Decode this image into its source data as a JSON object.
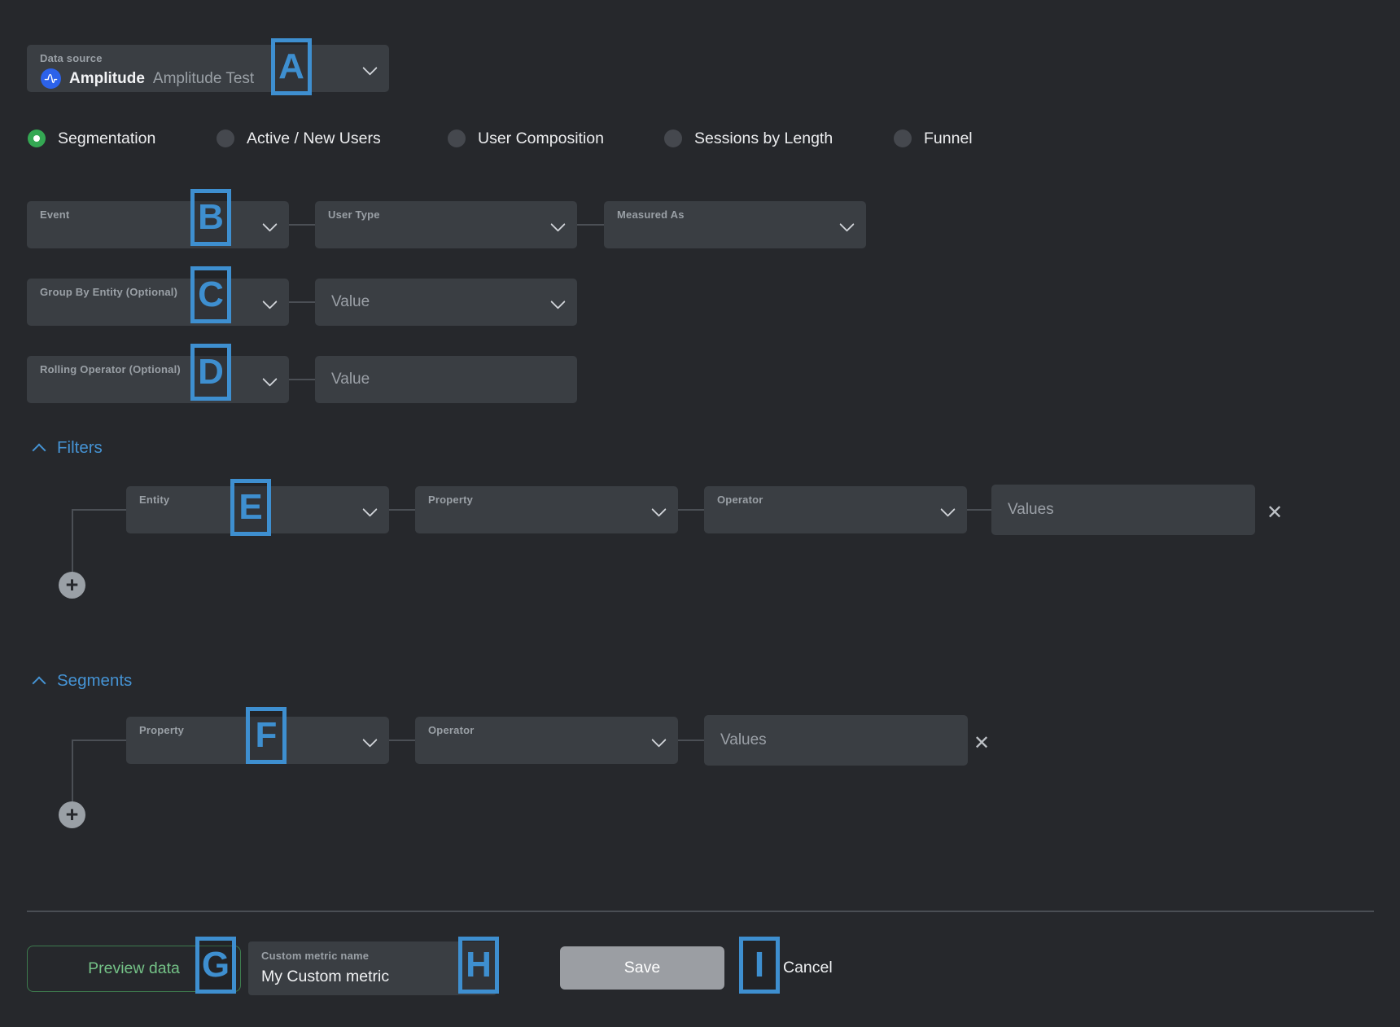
{
  "data_source": {
    "label": "Data source",
    "provider": "Amplitude",
    "workspace": "Amplitude Test"
  },
  "metric_types": [
    {
      "label": "Segmentation",
      "selected": true
    },
    {
      "label": "Active / New Users",
      "selected": false
    },
    {
      "label": "User Composition",
      "selected": false
    },
    {
      "label": "Sessions by Length",
      "selected": false
    },
    {
      "label": "Funnel",
      "selected": false
    }
  ],
  "query_builder": {
    "event_label": "Event",
    "user_type_label": "User Type",
    "measured_as_label": "Measured As",
    "group_by_label": "Group By Entity (Optional)",
    "group_by_value_placeholder": "Value",
    "rolling_operator_label": "Rolling Operator (Optional)",
    "rolling_value_placeholder": "Value"
  },
  "filters": {
    "title": "Filters",
    "entity_label": "Entity",
    "property_label": "Property",
    "operator_label": "Operator",
    "values_placeholder": "Values"
  },
  "segments": {
    "title": "Segments",
    "property_label": "Property",
    "operator_label": "Operator",
    "values_placeholder": "Values"
  },
  "footer": {
    "preview_button": "Preview data",
    "metric_name_label": "Custom metric name",
    "metric_name_value": "My Custom metric",
    "save_button": "Save",
    "cancel_button": "Cancel"
  },
  "icons": {
    "close_glyph": "✕",
    "add_glyph": "+"
  },
  "annotations": {
    "color": "#3E8FD0",
    "letters": [
      "A",
      "B",
      "C",
      "D",
      "E",
      "F",
      "G",
      "H",
      "I"
    ]
  },
  "colors": {
    "background": "#26282C",
    "field": "#3A3E43",
    "section_blue": "#4593D4",
    "radio_green": "#34A853",
    "preview_green": "#74C287",
    "save_gray": "#9B9EA3",
    "amplitude_blue": "#2C62EA"
  }
}
